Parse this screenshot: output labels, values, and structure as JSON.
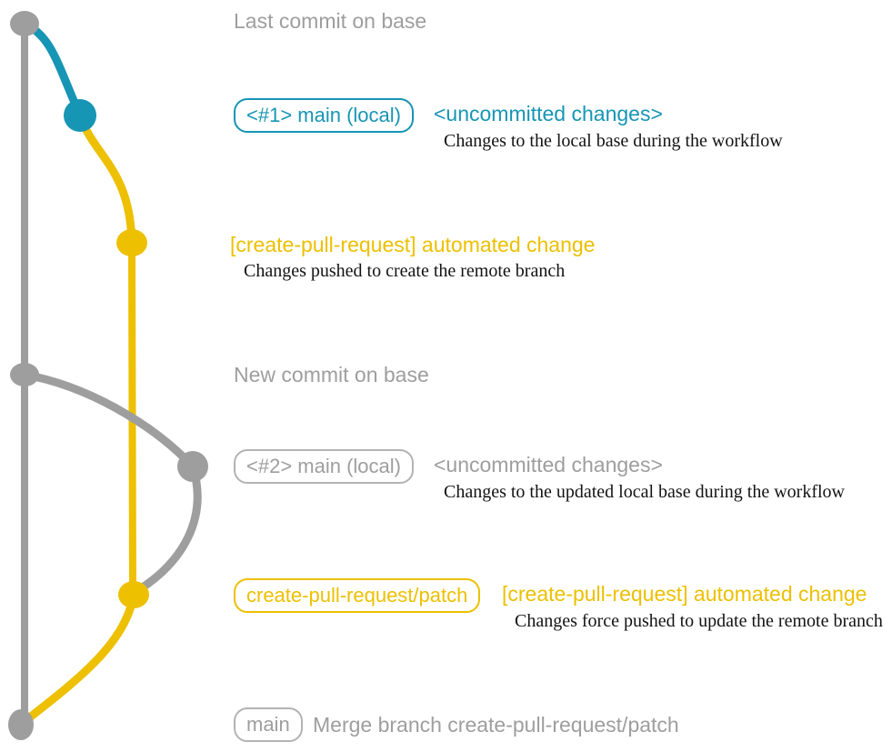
{
  "colors": {
    "gray": "#9e9e9e",
    "blue": "#1795b4",
    "yellow": "#edc001",
    "description_text": "#131313",
    "background": "#ffffff"
  },
  "annotations": {
    "top": "Last commit on base",
    "middle": "New commit on base"
  },
  "row1": {
    "branch_label": "<#1> main (local)",
    "status": "<uncommitted changes>",
    "description": "Changes to the local base during the workflow"
  },
  "row2": {
    "message": "[create-pull-request] automated change",
    "description": "Changes pushed to create the remote branch"
  },
  "row3": {
    "branch_label": "<#2> main (local)",
    "status": "<uncommitted changes>",
    "description": "Changes to the updated local base during the workflow"
  },
  "row4": {
    "branch_label": "create-pull-request/patch",
    "message": "[create-pull-request] automated change",
    "description": "Changes force pushed to update the remote branch"
  },
  "row5": {
    "branch_label": "main",
    "message": "Merge branch create-pull-request/patch"
  }
}
